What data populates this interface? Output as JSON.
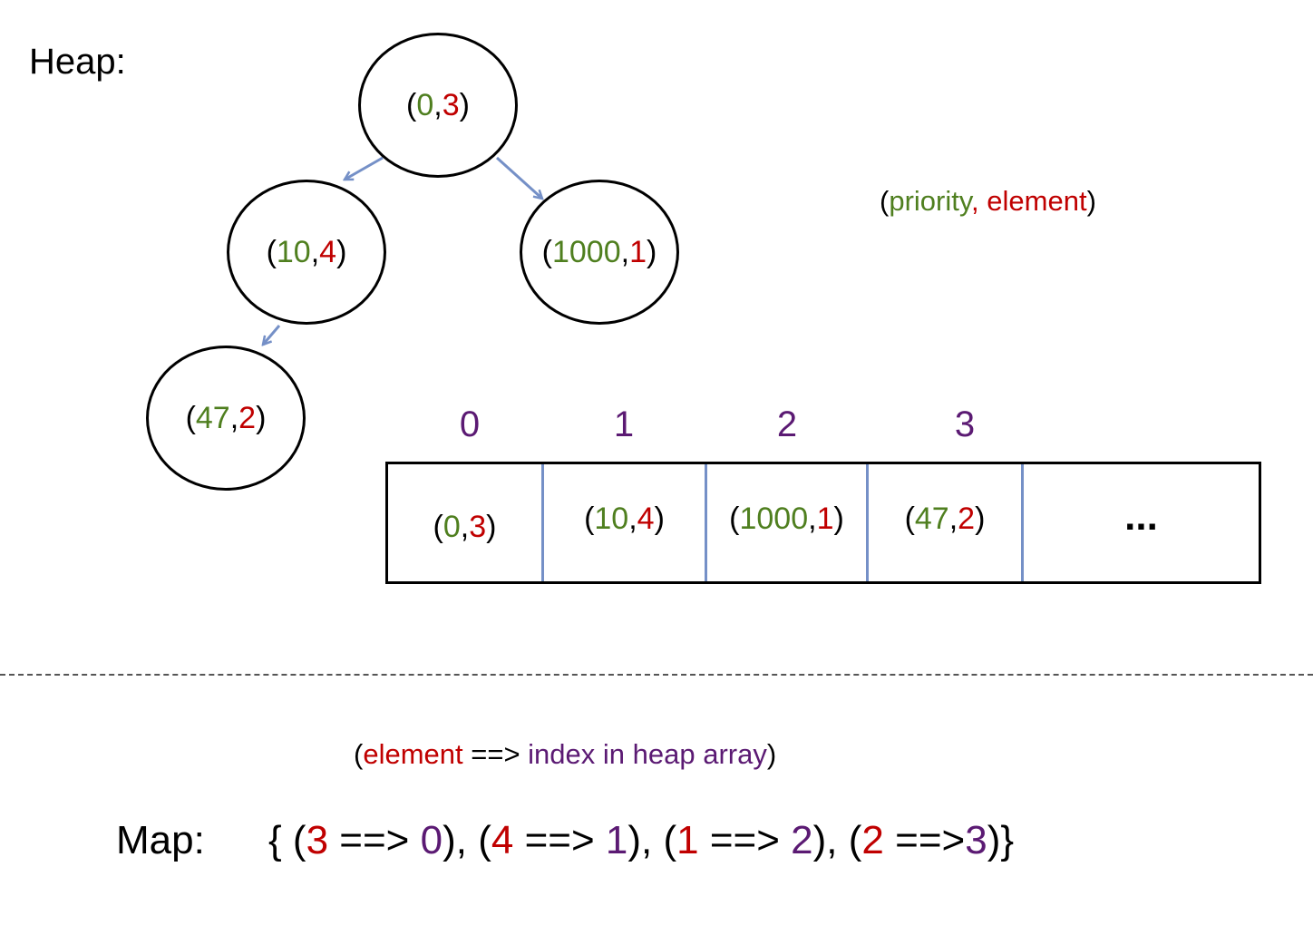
{
  "heap": {
    "label": "Heap:",
    "legend": {
      "open": "(",
      "priority": "priority",
      "sep": ", ",
      "element": "element",
      "close": ")"
    },
    "nodes": [
      {
        "index": 0,
        "priority": "0",
        "element": "3"
      },
      {
        "index": 1,
        "priority": "10",
        "element": "4"
      },
      {
        "index": 2,
        "priority": "1000",
        "element": "1"
      },
      {
        "index": 3,
        "priority": "47",
        "element": "2"
      }
    ],
    "edges": [
      {
        "from": 0,
        "to": 1
      },
      {
        "from": 0,
        "to": 2
      },
      {
        "from": 1,
        "to": 3
      }
    ]
  },
  "array": {
    "indices": [
      "0",
      "1",
      "2",
      "3"
    ],
    "ellipsis": "..."
  },
  "map": {
    "label": "Map:",
    "legend": {
      "open": "(",
      "element": "element",
      "arrow": " ==> ",
      "index": "index in heap array",
      "close": ")"
    },
    "open": "{ ",
    "close": "}",
    "entries": [
      {
        "element": "3",
        "arrow": " ==> ",
        "index": "0"
      },
      {
        "element": "4",
        "arrow": " ==> ",
        "index": "1"
      },
      {
        "element": "1",
        "arrow": " ==> ",
        "index": "2"
      },
      {
        "element": "2",
        "arrow": " ==>",
        "index": "3"
      }
    ]
  },
  "colors": {
    "priority": "#4f7f1f",
    "element": "#c00000",
    "index": "#5b1a73",
    "edge": "#7590c7",
    "cell_divider": "#7590c7",
    "outline": "#000000"
  }
}
